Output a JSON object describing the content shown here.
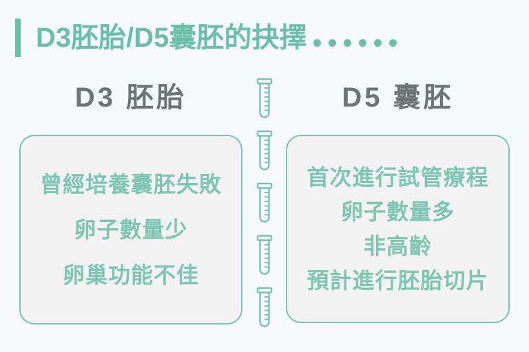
{
  "colors": {
    "background": "#f5f9fa",
    "accent_teal": "#6cbfa7",
    "item_teal": "#7ec5b2",
    "card_border": "#79c1b0",
    "card_fill": "#f2f2f2",
    "heading_gray": "#6e7375"
  },
  "title": {
    "text": "D3胚胎/D5囊胚的抉擇",
    "trailing_dots": 6
  },
  "columns": [
    {
      "heading": "D3 胚胎",
      "items": [
        "曾經培養囊胚失敗",
        "卵子數量少",
        "卵巢功能不佳"
      ]
    },
    {
      "heading": "D5 囊胚",
      "items": [
        "首次進行試管療程",
        "卵子數量多",
        "非高齡",
        "預計進行胚胎切片"
      ]
    }
  ],
  "divider": {
    "icon": "test-tube-icon",
    "count": 5
  }
}
